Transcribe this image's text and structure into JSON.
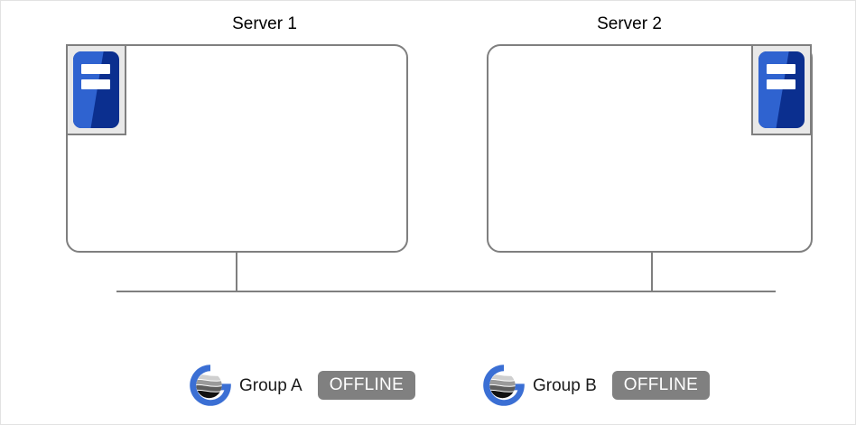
{
  "diagram": {
    "type": "cluster-topology",
    "nodes": [
      {
        "id": "server-1",
        "title": "Server 1",
        "icon": "server-icon",
        "icon_position": "top-left"
      },
      {
        "id": "server-2",
        "title": "Server 2",
        "icon": "server-icon",
        "icon_position": "top-right"
      }
    ],
    "network": {
      "name": "network-bus",
      "connected_nodes": [
        "server-1",
        "server-2"
      ]
    },
    "legend": {
      "groups": [
        {
          "id": "group-a",
          "logo": "group-globe-icon",
          "label": "Group A",
          "status": "OFFLINE"
        },
        {
          "id": "group-b",
          "logo": "group-globe-icon",
          "label": "Group B",
          "status": "OFFLINE"
        }
      ]
    },
    "colors": {
      "outline": "#7f7f7f",
      "server_icon_blue_dark": "#0b2f8f",
      "server_icon_blue_light": "#2f63d0",
      "server_icon_frame": "#e8e8e8",
      "status_badge_background": "#808080",
      "status_badge_text": "#ffffff",
      "logo_ring_blue": "#3b6fd4",
      "background": "#ffffff"
    }
  }
}
